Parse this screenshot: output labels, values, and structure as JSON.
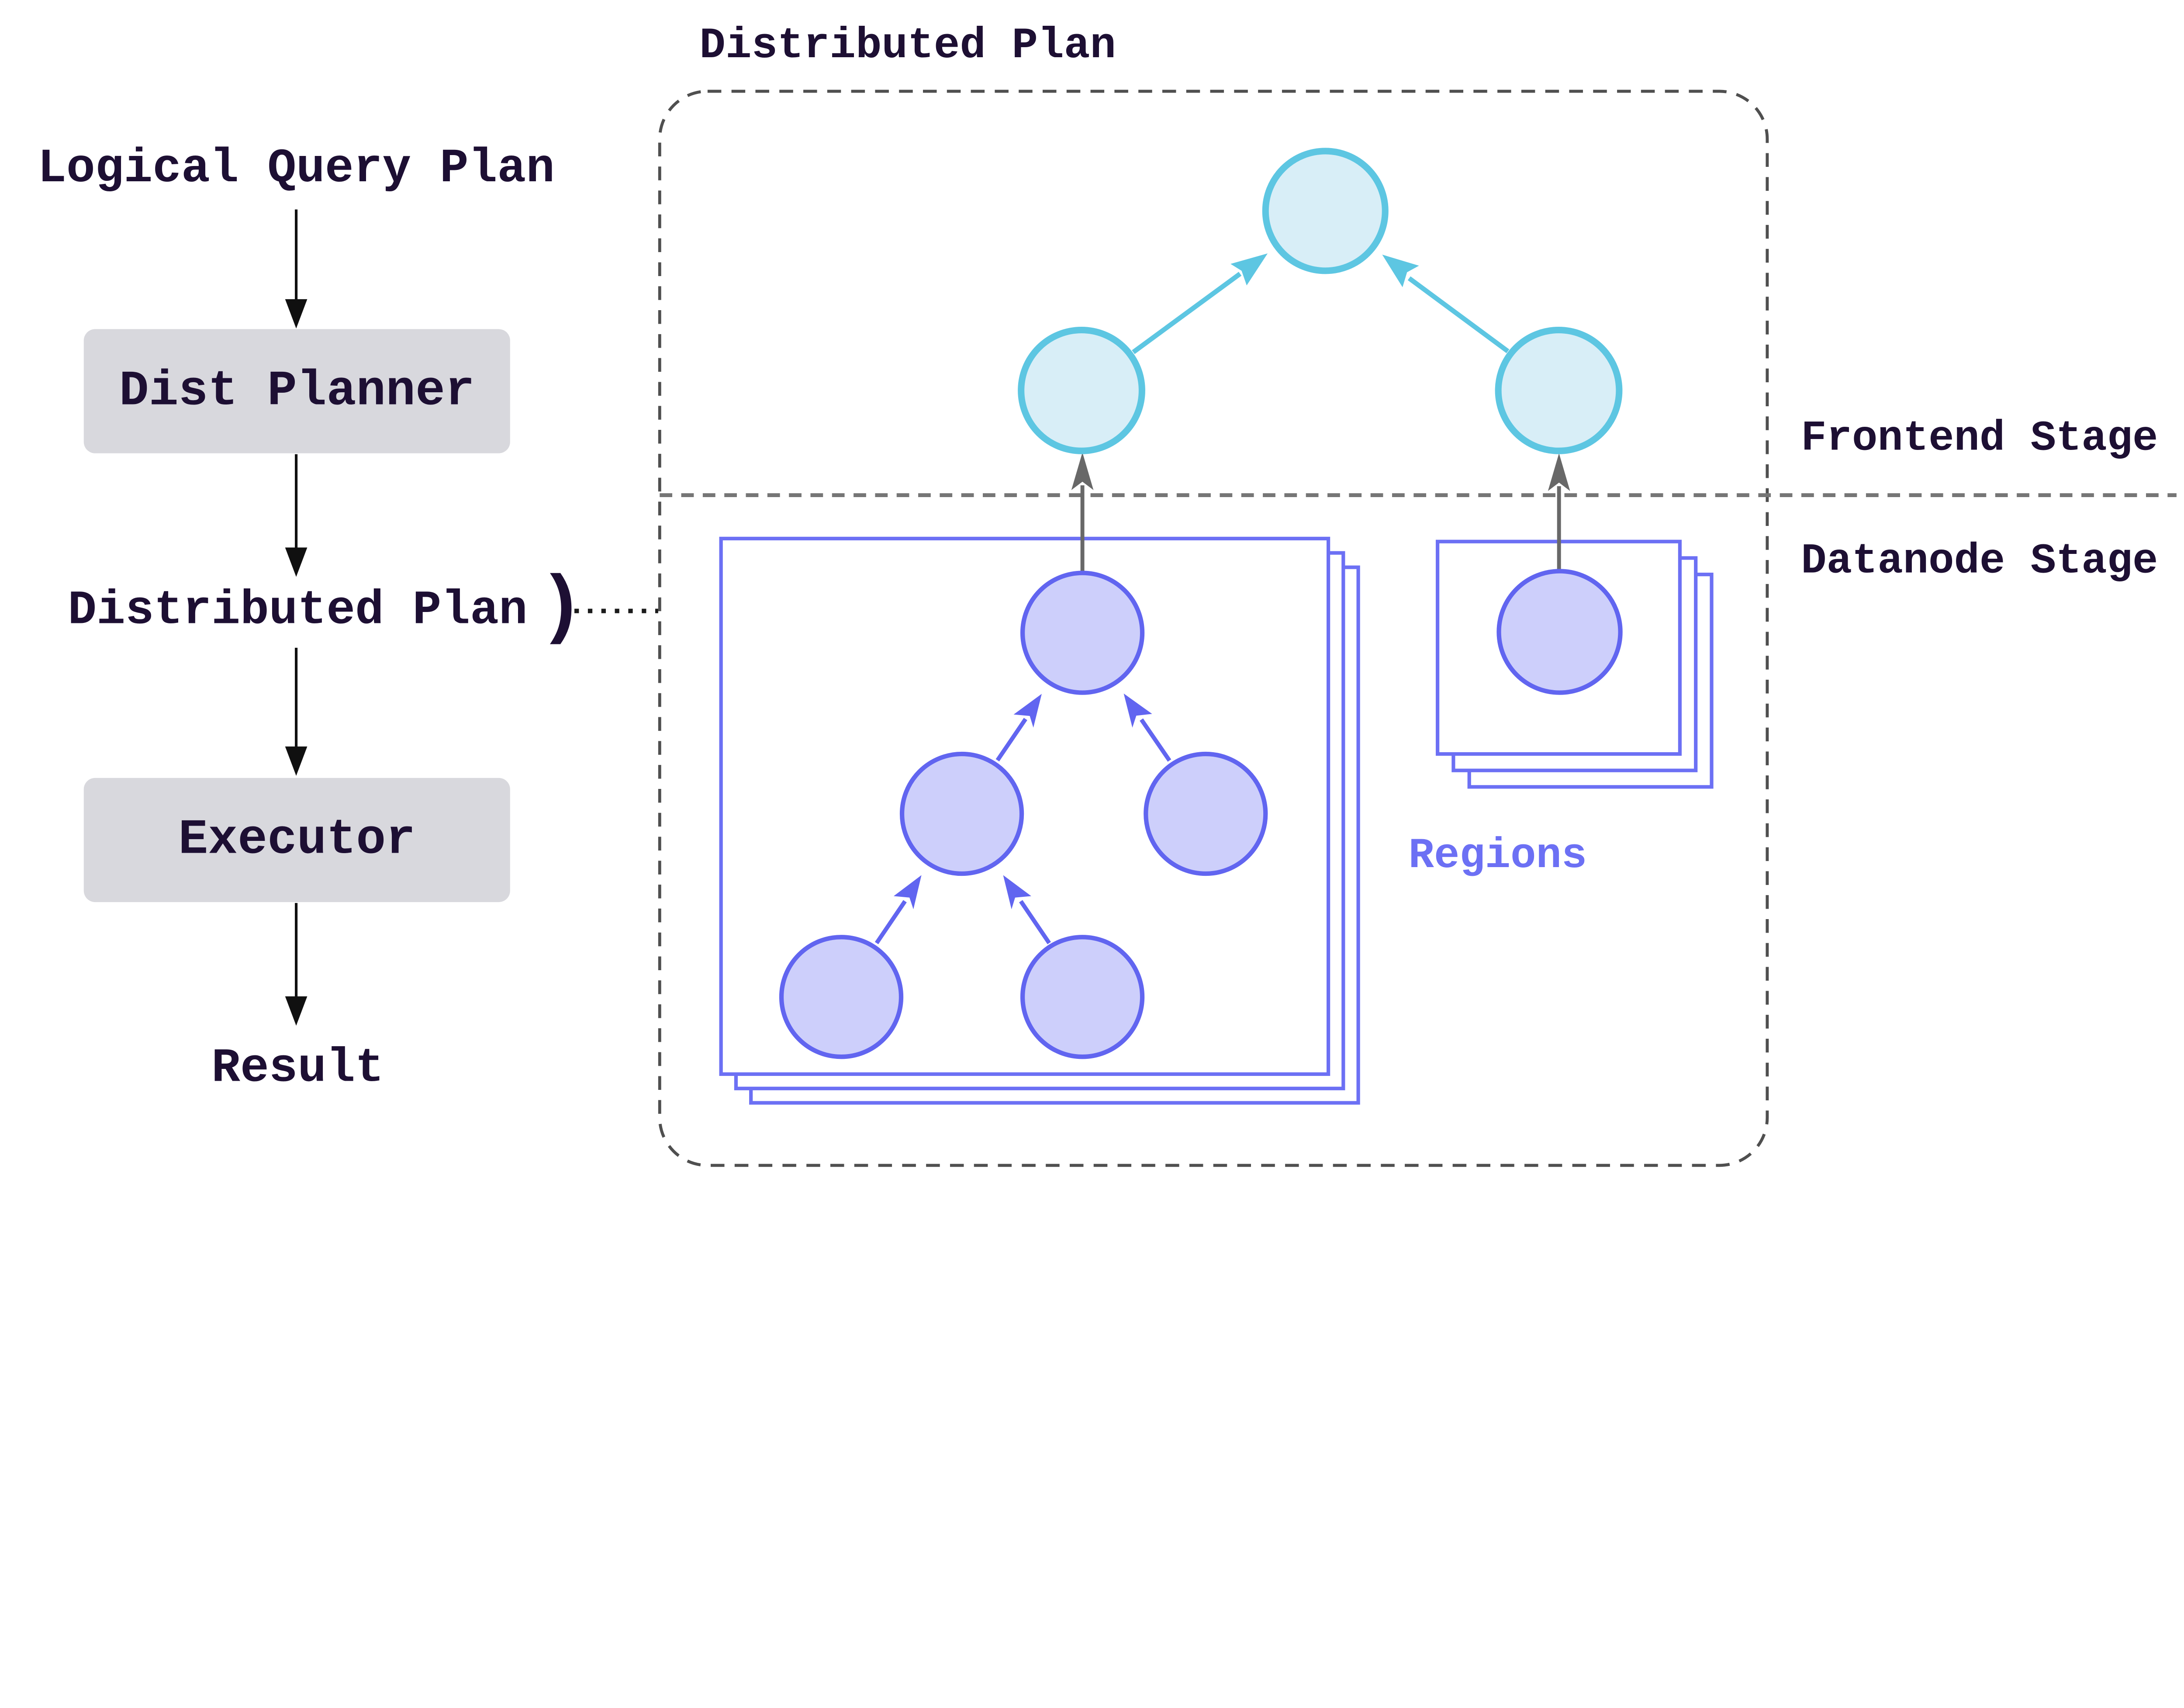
{
  "labels": {
    "logical_query_plan": "Logical Query Plan",
    "dist_planner": "Dist Planner",
    "distributed_plan_left": "Distributed Plan",
    "brace": ")",
    "executor": "Executor",
    "result": "Result",
    "panel_title": "Distributed Plan",
    "frontend_stage": "Frontend Stage",
    "datanode_stage": "Datanode Stage",
    "regions": "Regions"
  },
  "flow": {
    "sequence": [
      "Logical Query Plan",
      "Dist Planner",
      "Distributed Plan",
      "Executor",
      "Result"
    ],
    "box_steps": [
      "Dist Planner",
      "Executor"
    ],
    "connector_note": "Distributed Plan links by dotted line to the Distributed Plan panel"
  },
  "panel": {
    "title": "Distributed Plan",
    "stage_labels": [
      "Frontend Stage",
      "Datanode Stage"
    ],
    "frontend_tree": {
      "node_count": 3,
      "edges_upward": [
        [
          "frontend-left",
          "frontend-root"
        ],
        [
          "frontend-right",
          "frontend-root"
        ]
      ]
    },
    "datanode_stage": {
      "regions_label": "Regions",
      "stacked_layers_per_region": 3,
      "left_region_tree": {
        "node_count": 5,
        "edges_upward": [
          [
            "leaf-1",
            "mid-left"
          ],
          [
            "leaf-2",
            "mid-left"
          ],
          [
            "mid-left",
            "root"
          ],
          [
            "mid-right",
            "root"
          ]
        ]
      },
      "right_region_tree": {
        "node_count": 1
      }
    },
    "cross_stage_links": [
      "datanode-left-root -> frontend-left",
      "datanode-right-root -> frontend-right"
    ]
  },
  "colors": {
    "text_dark": "#1d0f33",
    "step_box_gray": "#d8d8dd",
    "black_arrow": "#101010",
    "panel_dash_border": "#4f4f4f",
    "stage_separator_gray": "#767676",
    "gray_link_arrow": "#686868",
    "cyan_node_stroke": "#5dc6e2",
    "cyan_node_fill": "#d8eef7",
    "purple_node_stroke": "#6165f0",
    "purple_node_fill": "#cdcffb",
    "region_box_border": "#6c70f4",
    "regions_label_color": "#6c70f4"
  }
}
